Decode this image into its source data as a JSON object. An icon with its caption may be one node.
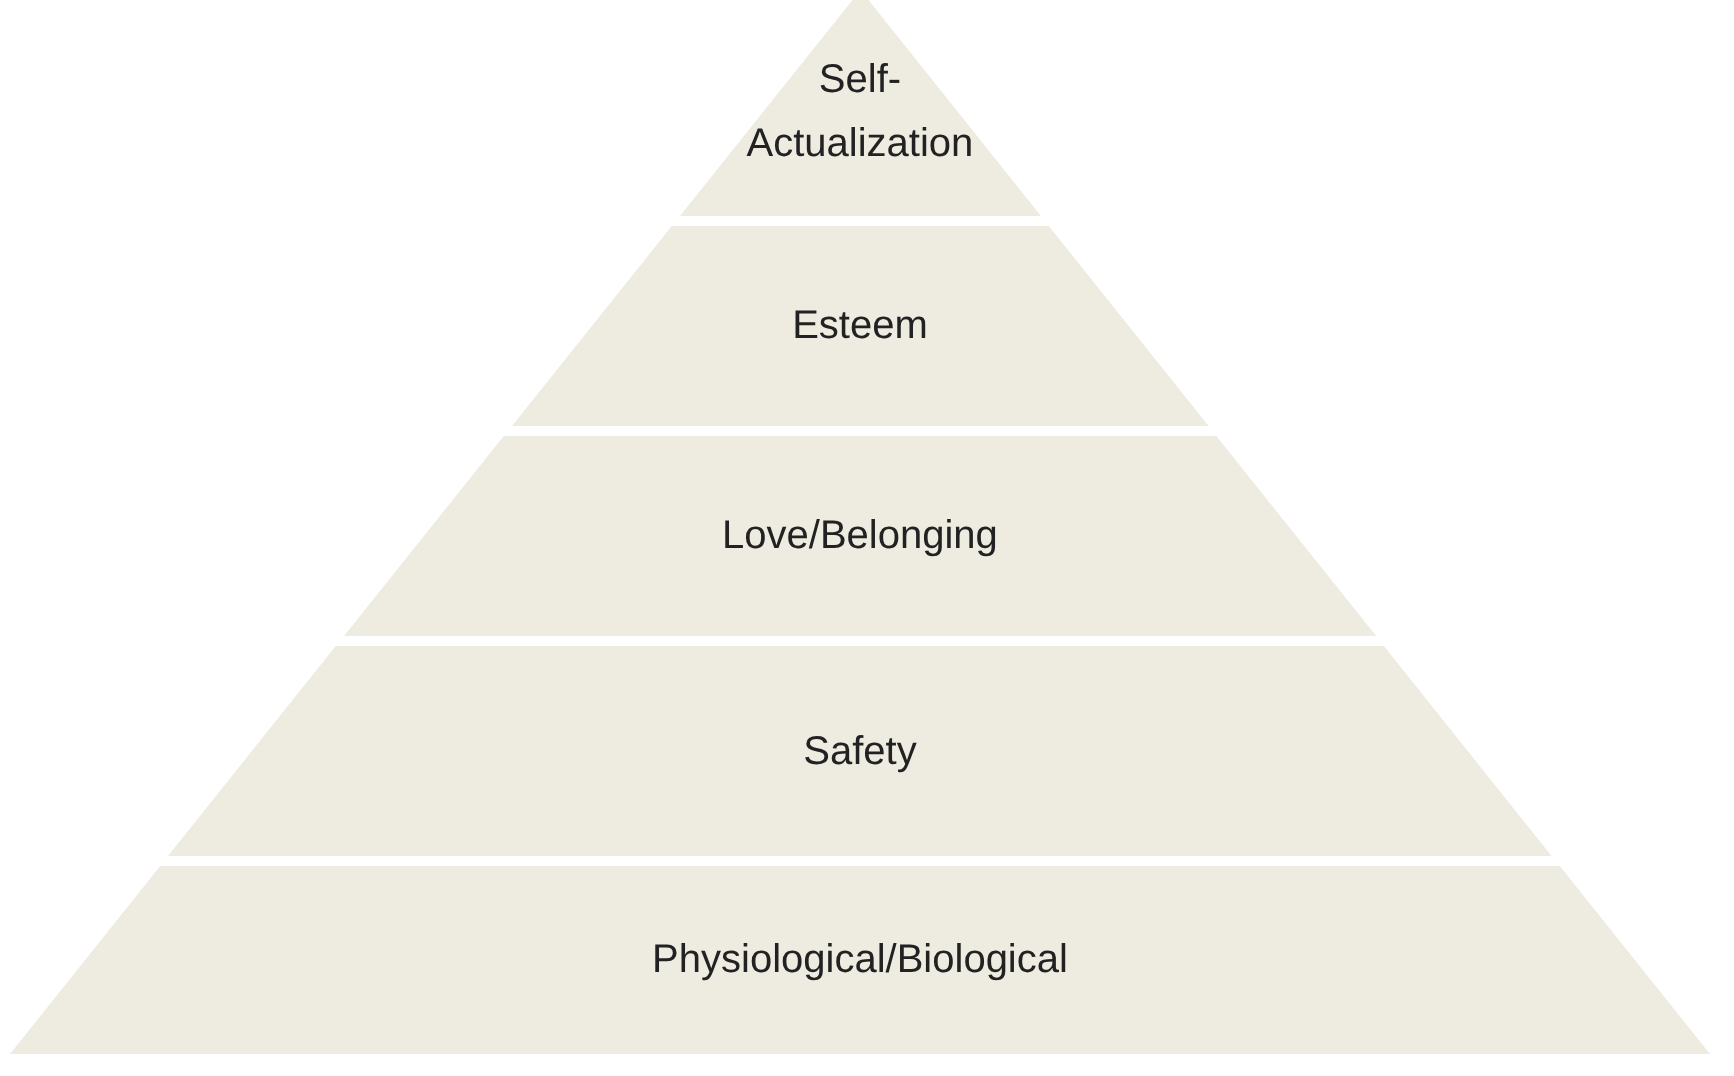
{
  "diagram": {
    "nodes": [
      {
        "text": [
          "Self-Actualization"
        ]
      },
      {
        "text": [
          "Esteem"
        ]
      },
      {
        "text": [
          "Love/Belonging"
        ]
      },
      {
        "text": [
          "Safety"
        ]
      },
      {
        "text": [
          "Physiological/Biological"
        ]
      }
    ]
  }
}
